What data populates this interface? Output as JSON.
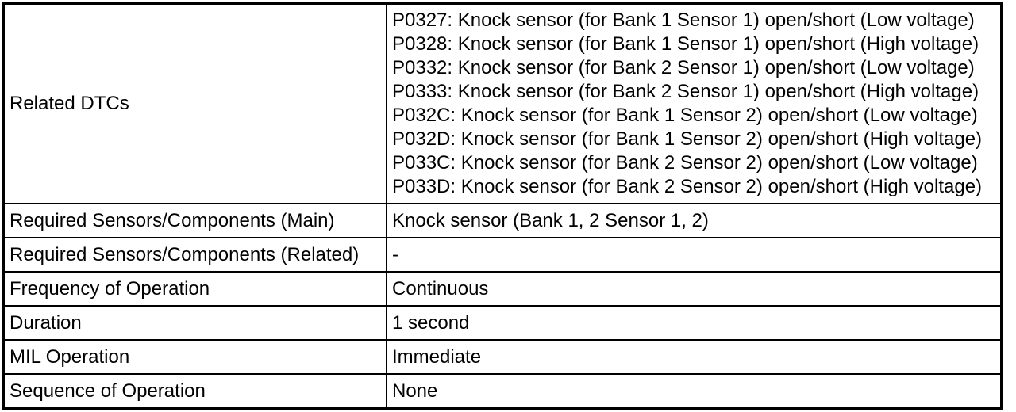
{
  "table": {
    "colors": {
      "border": "#000000",
      "background": "#ffffff",
      "text": "#000000"
    },
    "rows": [
      {
        "label": "Related DTCs",
        "lines": [
          "P0327: Knock sensor (for Bank 1 Sensor 1) open/short (Low voltage)",
          "P0328: Knock sensor (for Bank 1 Sensor 1) open/short (High voltage)",
          "P0332: Knock sensor (for Bank 2 Sensor 1) open/short (Low voltage)",
          "P0333: Knock sensor (for Bank 2 Sensor 1) open/short (High voltage)",
          "P032C: Knock sensor (for Bank 1 Sensor 2) open/short (Low voltage)",
          "P032D: Knock sensor (for Bank 1 Sensor 2) open/short (High voltage)",
          "P033C: Knock sensor (for Bank 2 Sensor 2) open/short (Low voltage)",
          "P033D: Knock sensor (for Bank 2 Sensor 2) open/short (High voltage)"
        ]
      },
      {
        "label": "Required Sensors/Components (Main)",
        "value": "Knock sensor (Bank 1, 2 Sensor 1, 2)"
      },
      {
        "label": "Required Sensors/Components (Related)",
        "value": "-"
      },
      {
        "label": "Frequency of Operation",
        "value": "Continuous"
      },
      {
        "label": "Duration",
        "value": "1 second"
      },
      {
        "label": "MIL Operation",
        "value": "Immediate"
      },
      {
        "label": "Sequence of Operation",
        "value": "None"
      }
    ]
  }
}
